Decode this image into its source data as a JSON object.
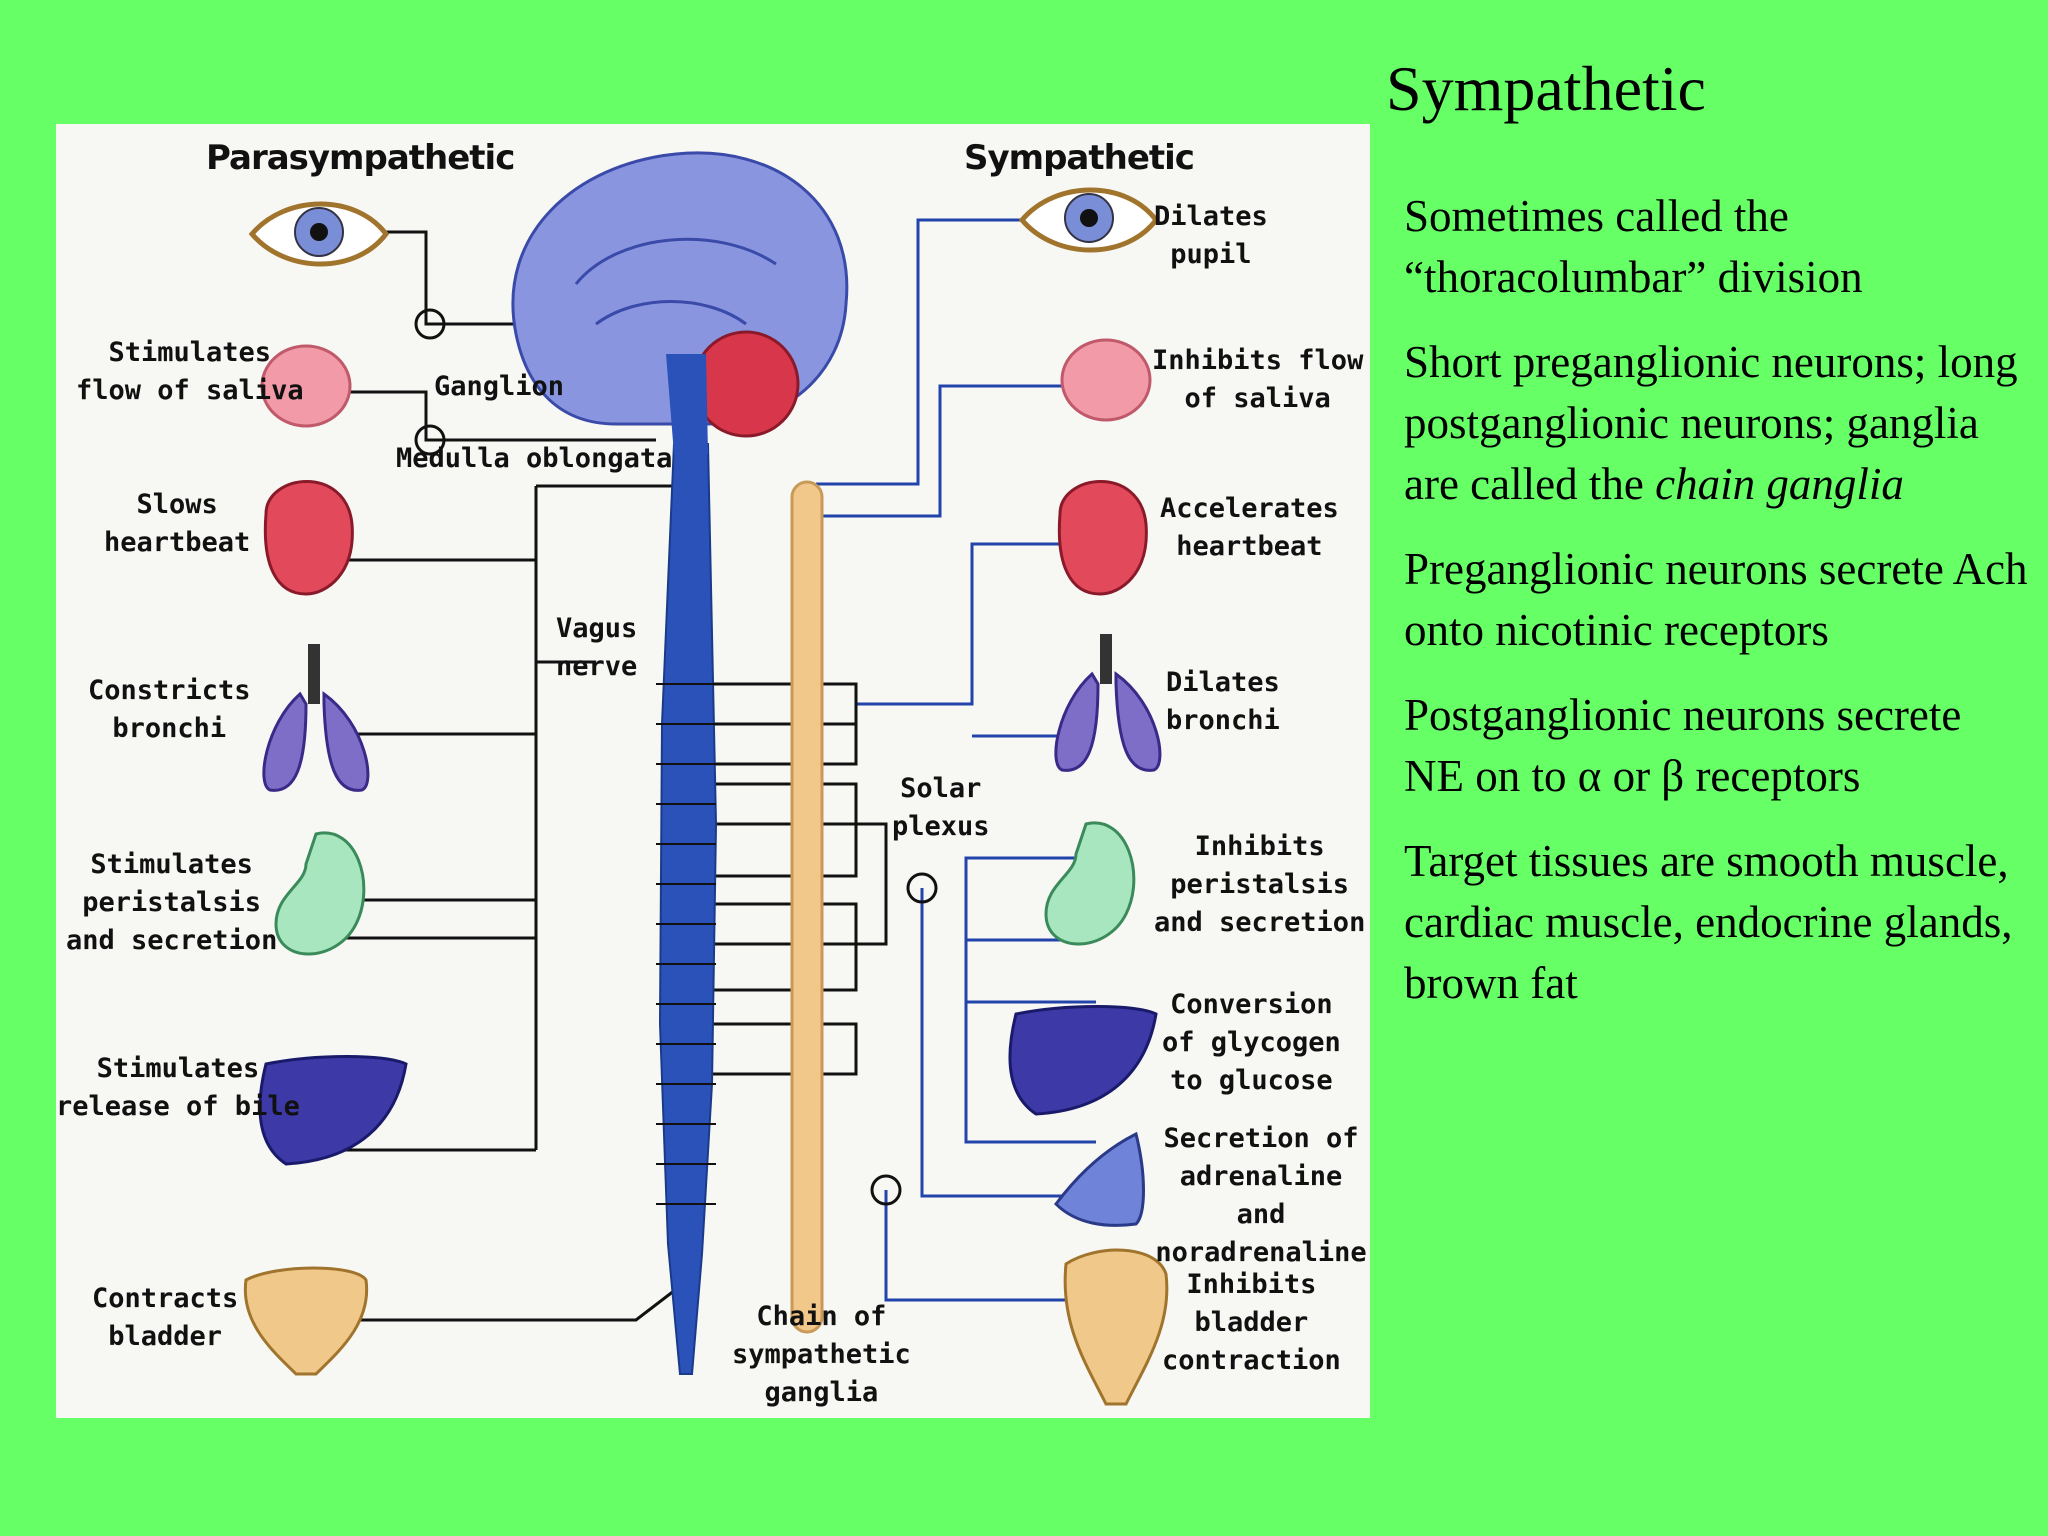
{
  "slide": {
    "title": "Sympathetic",
    "bullets": [
      {
        "pre": "Sometimes called the “thoracolumbar” division",
        "em": "",
        "post": ""
      },
      {
        "pre": "Short preganglionic neurons; long postganglionic neurons; ganglia are called the ",
        "em": "chain ganglia",
        "post": ""
      },
      {
        "pre": "Preganglionic neurons secrete Ach onto nicotinic receptors",
        "em": "",
        "post": ""
      },
      {
        "pre": "Postganglionic neurons secrete NE on to α or β receptors",
        "em": "",
        "post": ""
      },
      {
        "pre": "Target tissues are smooth muscle, cardiac muscle, endocrine glands, brown fat",
        "em": "",
        "post": ""
      }
    ],
    "bullet_symbol": "•"
  },
  "diagram": {
    "headings": {
      "left": "Parasympathetic",
      "right": "Sympathetic"
    },
    "left_labels": [
      "Stimulates\nflow of saliva",
      "Slows\nheartbeat",
      "Constricts\nbronchi",
      "Stimulates\nperistalsis\nand secretion",
      "Stimulates\nrelease of bile",
      "Contracts\nbladder"
    ],
    "center_labels": {
      "ganglion": "Ganglion",
      "medulla": "Medulla oblongata",
      "vagus": "Vagus\nnerve",
      "solar": "Solar\nplexus",
      "chain": "Chain of\nsympathetic\nganglia"
    },
    "right_labels": [
      "Dilates\npupil",
      "Inhibits flow\nof saliva",
      "Accelerates\nheartbeat",
      "Dilates\nbronchi",
      "Inhibits\nperistalsis\nand secretion",
      "Conversion\nof glycogen\nto glucose",
      "Secretion of\nadrenaline and\nnoradrenaline",
      "Inhibits\nbladder\ncontraction"
    ],
    "colors": {
      "background": "#66ff66",
      "panel": "#f7f7f4",
      "brain": "#8a95e0",
      "cerebellum": "#d8364a",
      "spinal_cord": "#2a52b8",
      "chain": "#f2c78a",
      "nerve_line": "#111111",
      "sympathetic_line": "#2244aa",
      "heart": "#e24a5c",
      "lung": "#7f6ec8",
      "stomach": "#a8e6c0",
      "liver": "#3d3aa8",
      "bladder": "#f0c98a",
      "saliva_gland": "#f29aa8",
      "adrenal": "#6f84d8"
    },
    "icons": [
      "eye-icon",
      "salivary-gland-icon",
      "heart-icon",
      "lungs-icon",
      "stomach-icon",
      "liver-icon",
      "bladder-icon",
      "adrenal-gland-icon",
      "brain-icon",
      "spinal-cord-icon"
    ]
  }
}
